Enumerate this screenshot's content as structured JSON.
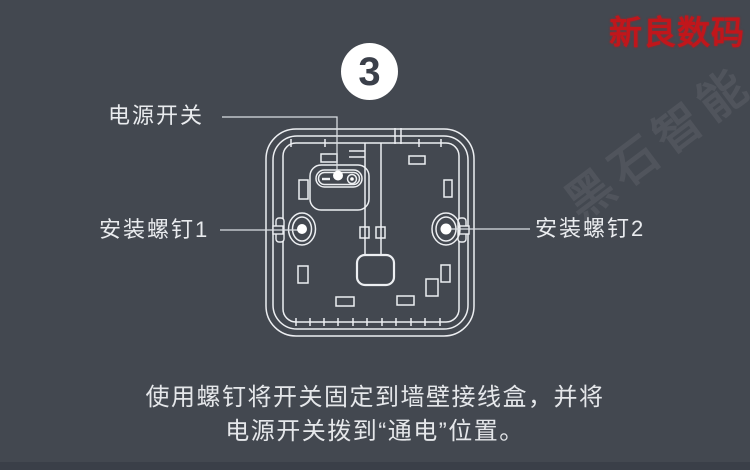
{
  "page": {
    "background_color": "#434850",
    "bottom_bar_color": "#3a3f48"
  },
  "step_badge": {
    "number": "3"
  },
  "watermarks": {
    "top_right": {
      "text": "新良数码",
      "color": "#c1161b"
    },
    "diagonal": {
      "text": "黑石智能"
    }
  },
  "callouts": {
    "power_switch_label": "电源开关",
    "screw1_label": "安装螺钉1",
    "screw2_label": "安装螺钉2"
  },
  "caption": {
    "line1": "使用螺钉将开关固定到墙壁接线盒，并将",
    "line2": "电源开关拨到“通电”位置。"
  },
  "diagram": {
    "name": "wall-switch-backplate-rear-view",
    "line_color": "#edeff2"
  }
}
